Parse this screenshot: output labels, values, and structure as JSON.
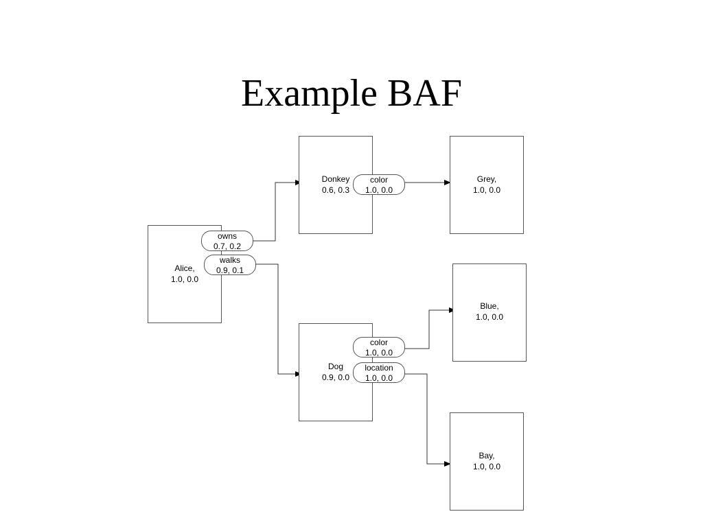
{
  "title": "Example BAF",
  "nodes": {
    "alice": {
      "name": "Alice,",
      "value": "1.0, 0.0"
    },
    "donkey": {
      "name": "Donkey",
      "value": "0.6, 0.3"
    },
    "dog": {
      "name": "Dog",
      "value": "0.9, 0.0"
    },
    "grey": {
      "name": "Grey,",
      "value": "1.0, 0.0"
    },
    "blue": {
      "name": "Blue,",
      "value": "1.0, 0.0"
    },
    "bay": {
      "name": "Bay,",
      "value": "1.0, 0.0"
    }
  },
  "relations": {
    "owns": {
      "name": "owns",
      "value": "0.7, 0.2"
    },
    "walks": {
      "name": "walks",
      "value": "0.9, 0.1"
    },
    "donkey_color": {
      "name": "color",
      "value": "1.0, 0.0"
    },
    "dog_color": {
      "name": "color",
      "value": "1.0, 0.0"
    },
    "dog_location": {
      "name": "location",
      "value": "1.0, 0.0"
    }
  }
}
